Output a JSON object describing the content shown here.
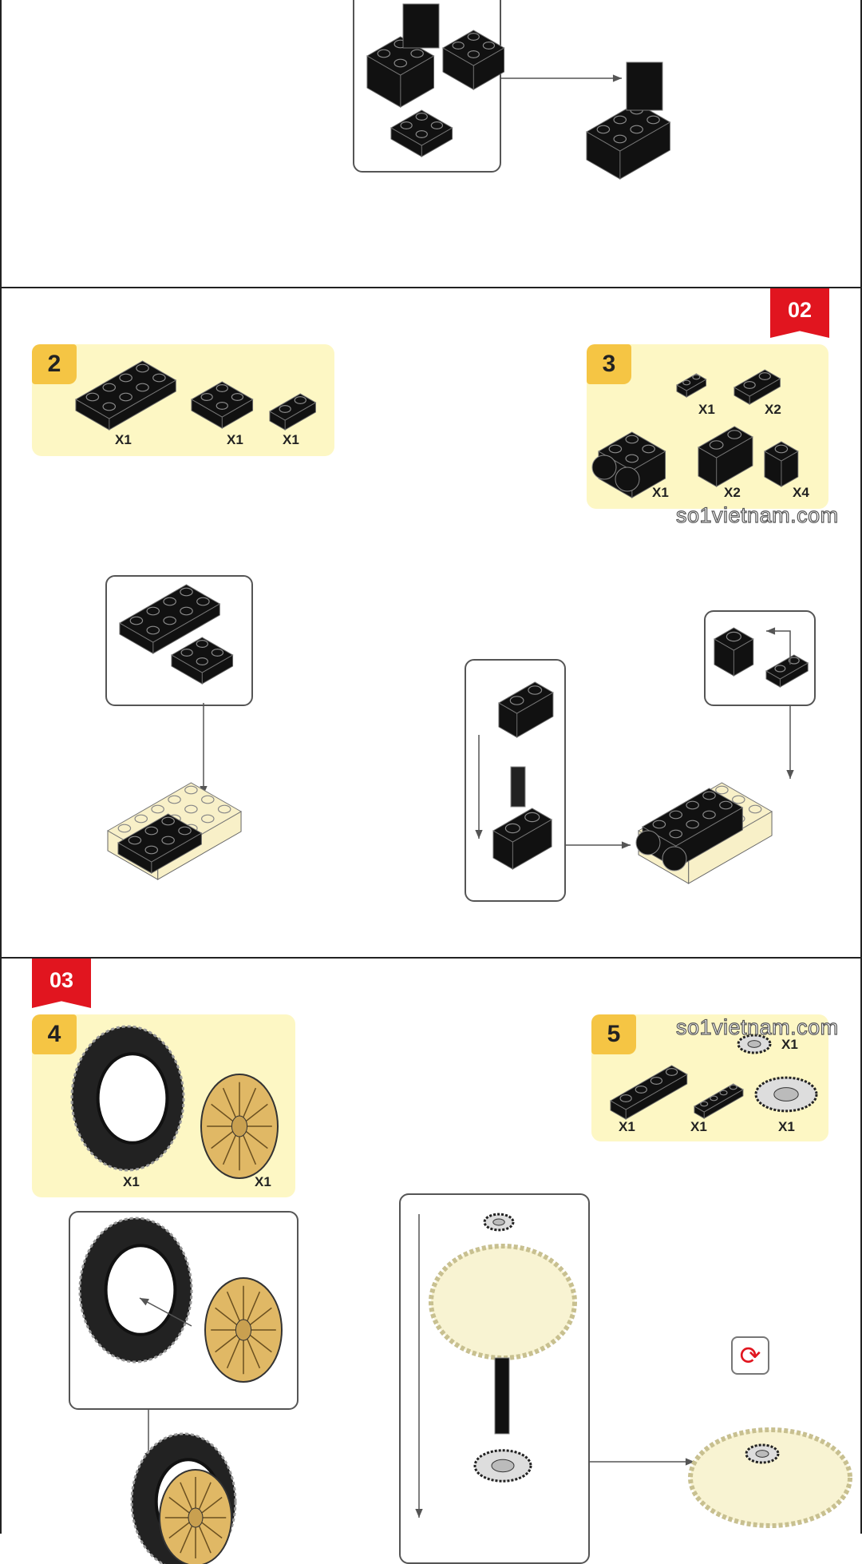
{
  "sections": {
    "s02": {
      "tag": "02"
    },
    "s03": {
      "tag": "03"
    }
  },
  "steps": [
    {
      "number": "2",
      "quantities": [
        "X1",
        "X1",
        "X1"
      ]
    },
    {
      "number": "3",
      "quantities": [
        "X1",
        "X2",
        "X1",
        "X2",
        "X4"
      ]
    },
    {
      "number": "4",
      "quantities": [
        "X1",
        "X1"
      ]
    },
    {
      "number": "5",
      "quantities": [
        "X1",
        "X1",
        "X1",
        "X1"
      ]
    }
  ],
  "watermark": "so1vietnam.com",
  "icons": {
    "rotate": "rotate-icon"
  },
  "colors": {
    "tag_red": "#e1151f",
    "parts_bg": "#fdf7c4",
    "step_yellow": "#f5c544",
    "rim_gold": "#e0b865"
  }
}
